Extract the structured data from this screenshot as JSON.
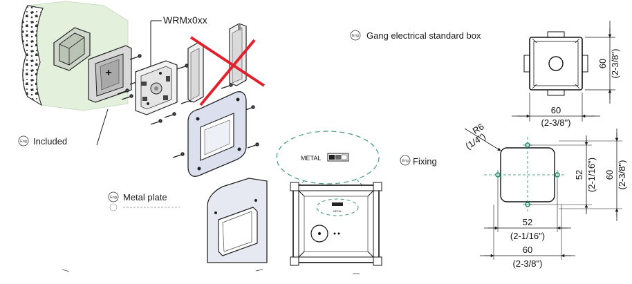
{
  "labels": {
    "model": "WRMx0xx",
    "gang_box": "Gang electrical standard box",
    "included": "Included",
    "metal_plate": "Metal plate",
    "fixing": "Fixing",
    "lang_badge": "Eng",
    "metal": "METAL",
    "metal_small": "METAL",
    "plus_sign": "+"
  },
  "dimensions": {
    "box_side_height_mm": "60",
    "box_side_height_in": "(2-3/8\")",
    "box_bottom_width_mm": "60",
    "box_bottom_width_in": "(2-3/8\")",
    "radius_mm": "R6",
    "radius_in": "(1/4\")",
    "inner_vertical_mm": "52",
    "inner_vertical_in": "(2-1/16\")",
    "outer_vertical_mm": "60",
    "outer_vertical_in": "(2-3/8\")",
    "inner_horizontal_mm": "52",
    "inner_horizontal_in": "(2-1/16\")",
    "outer_horizontal_mm": "60",
    "outer_horizontal_in": "(2-3/8\")"
  },
  "colors": {
    "ink": "#1a1a1a",
    "wall_green": "#e2f0dc",
    "plate_blue": "#dcdfee",
    "metal_plate_blue": "#e6e8f2",
    "cross_red": "#e0202a",
    "dash_green": "#3c9a76",
    "hole_green": "#1f8a6a"
  }
}
